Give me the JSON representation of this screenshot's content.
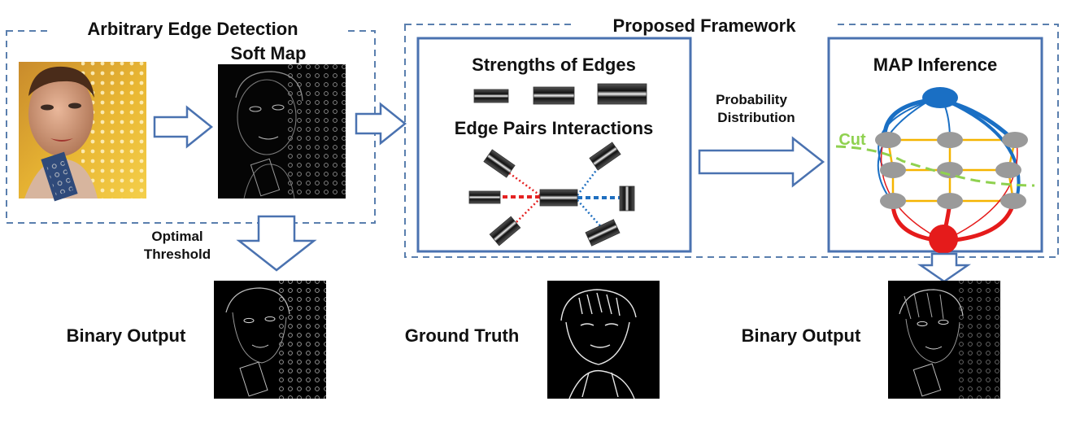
{
  "left_box": {
    "title": "Arbitrary Edge Detection",
    "soft_map_label": "Soft Map"
  },
  "proposed": {
    "title": "Proposed Framework"
  },
  "strengths": {
    "title": "Strengths of Edges"
  },
  "pairs": {
    "title": "Edge Pairs Interactions"
  },
  "probability": {
    "line1": "Probability",
    "line2": "Distribution"
  },
  "map": {
    "title": "MAP Inference",
    "cut_label": "Cut"
  },
  "optimal": {
    "line1": "Optimal",
    "line2": "Threshold"
  },
  "outputs": {
    "left": "Binary Output",
    "middle": "Ground Truth",
    "right": "Binary Output"
  },
  "colors": {
    "frame_blue": "#4a72b0",
    "dashed_blue": "#5a7fae",
    "graph_blue": "#1a6fc4",
    "graph_red": "#e51b1b",
    "graph_orange": "#f5b400",
    "cut_green": "#8fd14f",
    "node_gray": "#9a9a9a",
    "pair_red": "#e52222",
    "pair_blue": "#1f6fc0"
  }
}
